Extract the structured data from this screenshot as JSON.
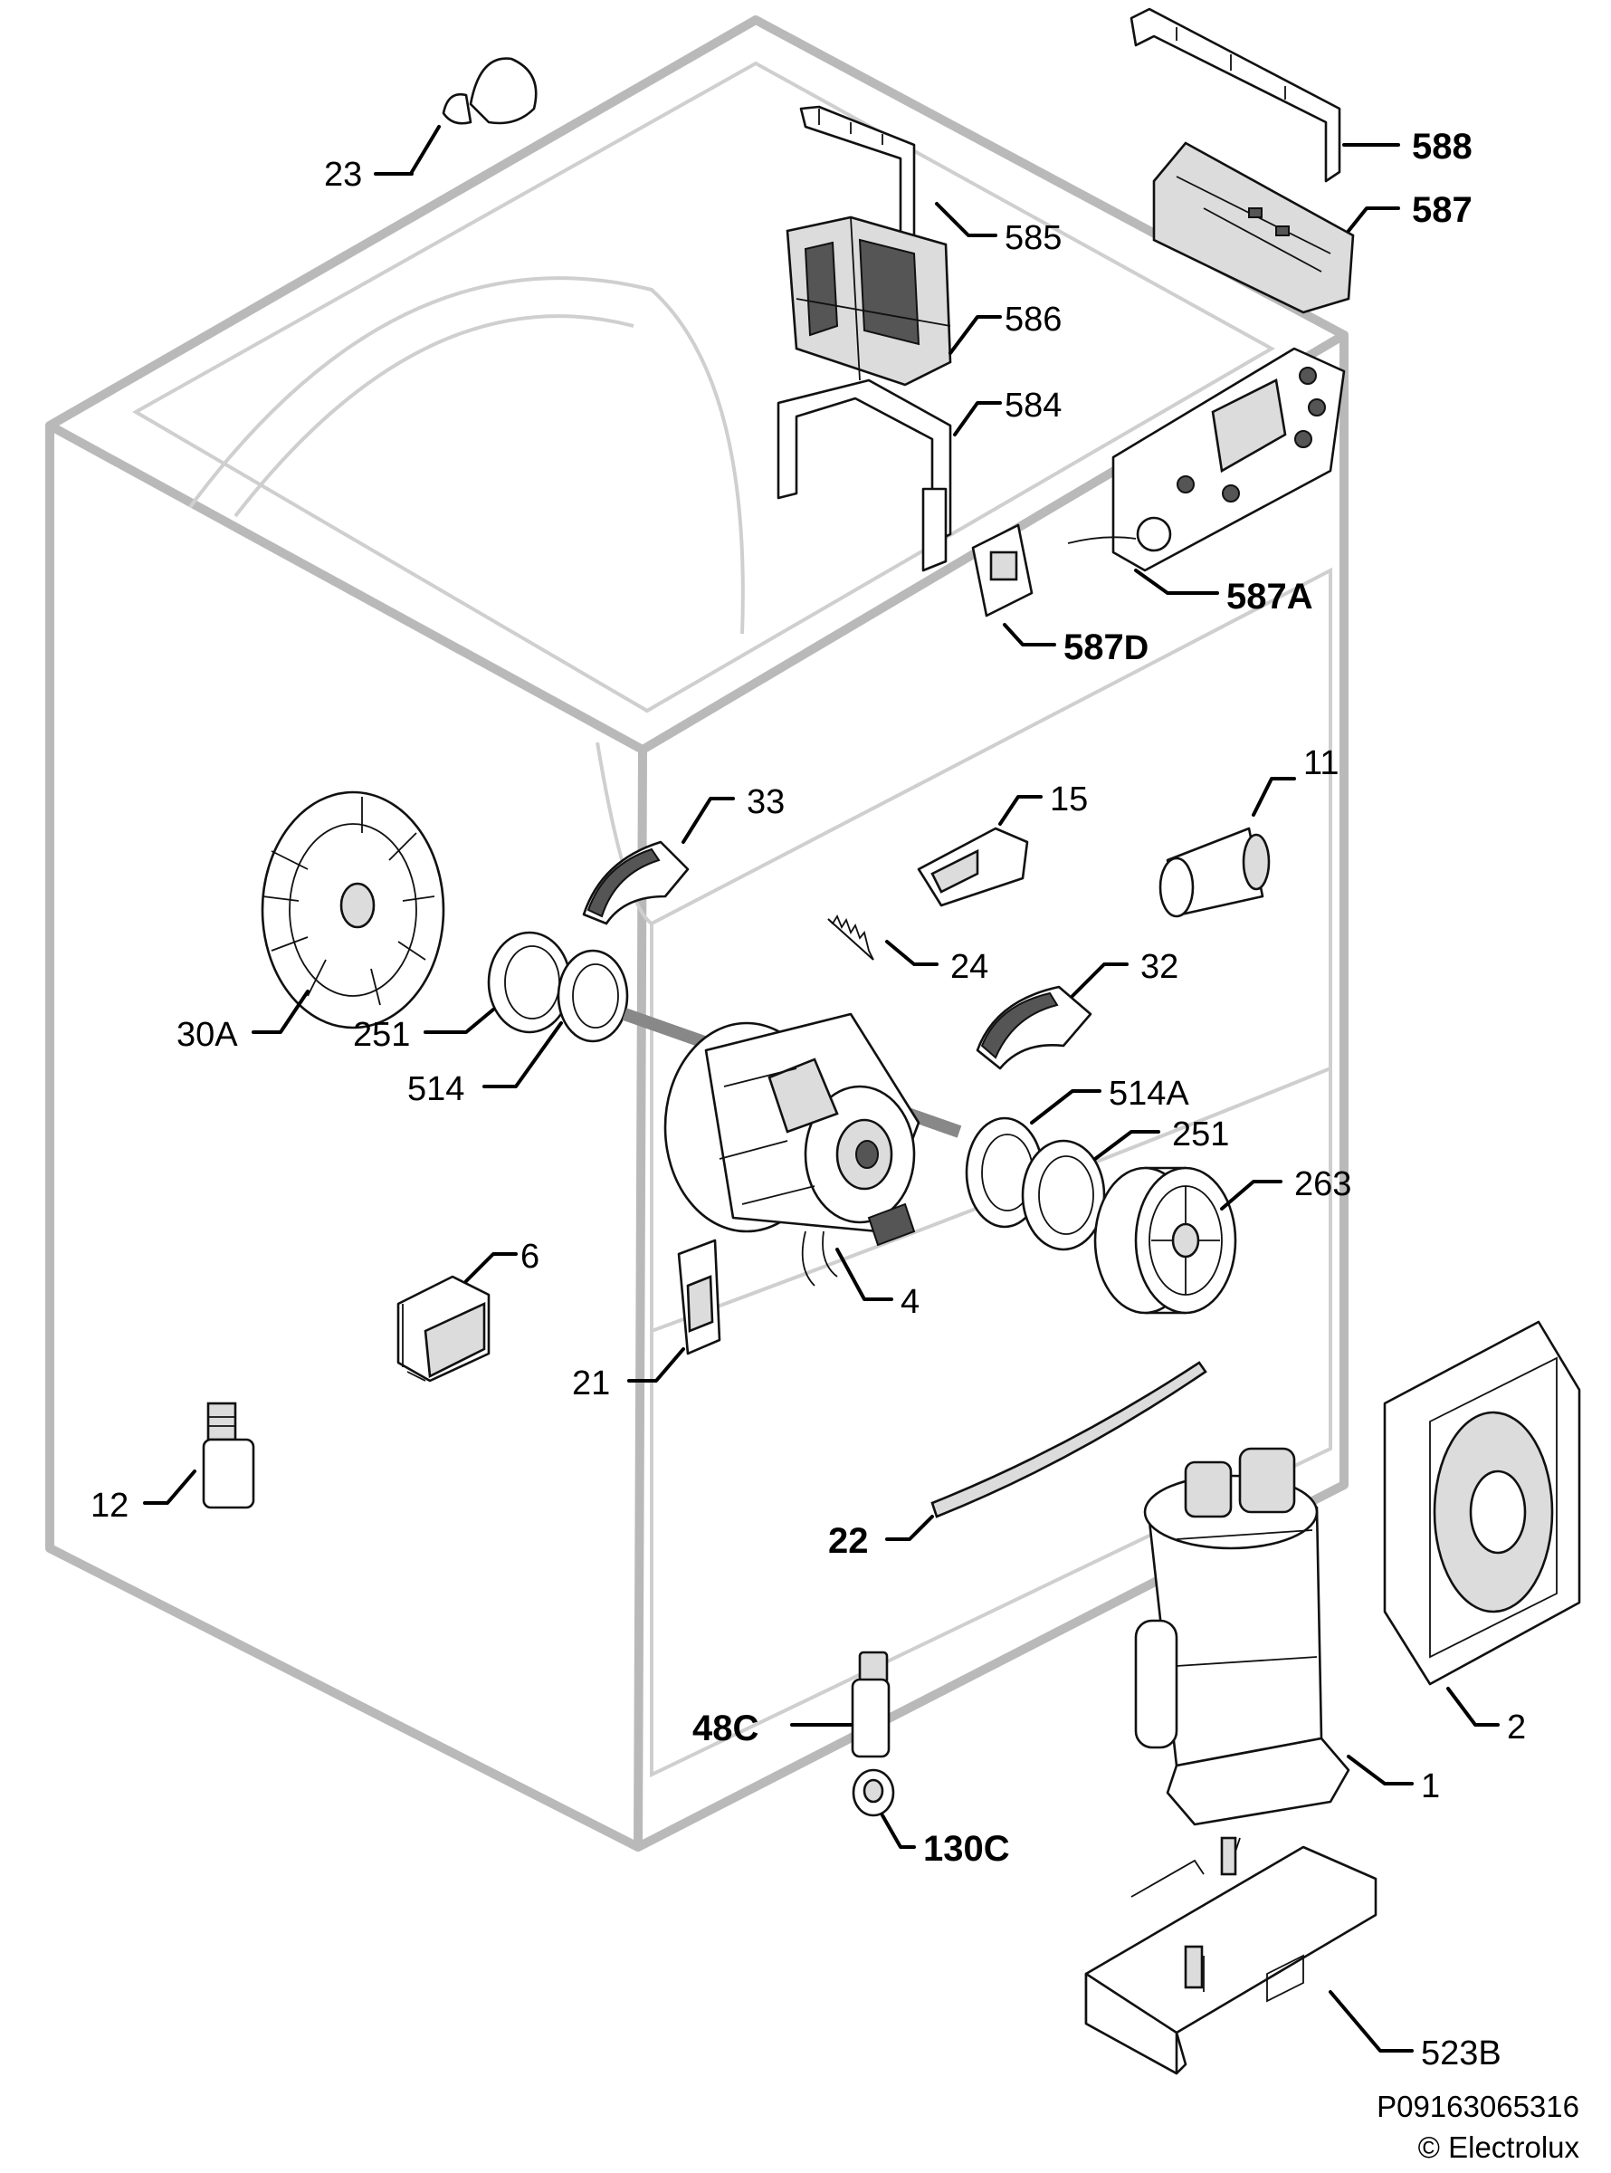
{
  "labels": {
    "p23": "23",
    "p585": "585",
    "p586": "586",
    "p584": "584",
    "p588": "588",
    "p587": "587",
    "p587A": "587A",
    "p587D_num": "587",
    "p587D_suffix": "D",
    "p33": "33",
    "p15": "15",
    "p11": "11",
    "p30A": "30A",
    "p251a": "251",
    "p514": "514",
    "p24": "24",
    "p32": "32",
    "p514A": "514A",
    "p251b": "251",
    "p263": "263",
    "p4": "4",
    "p6": "6",
    "p21": "21",
    "p12": "12",
    "p22": "22",
    "p2": "2",
    "p48C": "48C",
    "p130C": "130C",
    "p1": "1",
    "p523B": "523B"
  },
  "footer": {
    "code": "P09163065316",
    "copyright": "© Electrolux"
  }
}
